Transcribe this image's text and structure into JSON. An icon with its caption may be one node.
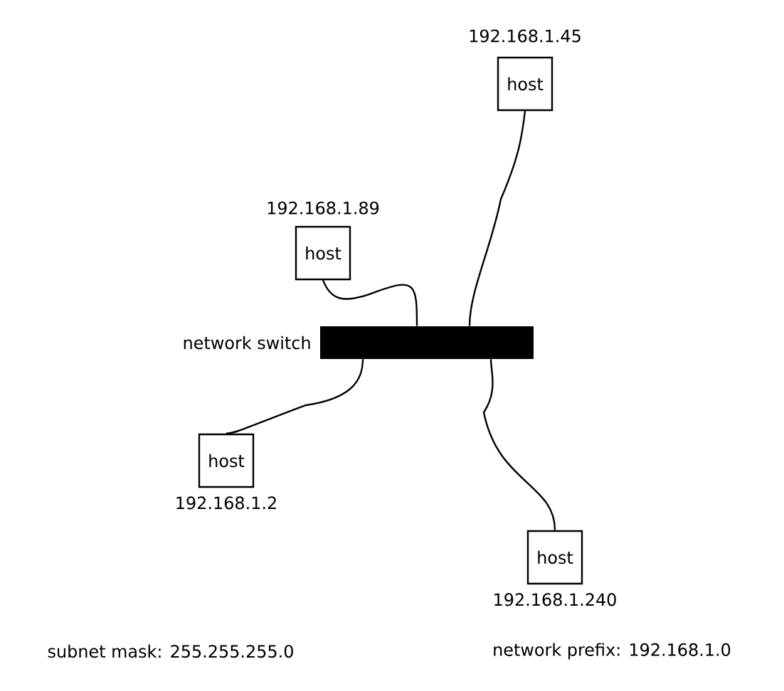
{
  "diagram": {
    "nodes": [
      {
        "text": [],
        "shape": "bar",
        "beside": [
          "network switch"
        ]
      },
      {
        "text": [
          "host"
        ],
        "beside": [
          "192.168.1.89"
        ]
      },
      {
        "text": [
          "host"
        ],
        "beside": [
          "192.168.1.45"
        ]
      },
      {
        "text": [
          "host"
        ],
        "beside": [
          "192.168.1.2"
        ]
      },
      {
        "text": [
          "host"
        ],
        "beside": [
          "192.168.1.240"
        ]
      }
    ],
    "edges": [
      {
        "from": 0,
        "to": 1,
        "arrow": "none"
      },
      {
        "from": 0,
        "to": 2,
        "arrow": "none"
      },
      {
        "from": 0,
        "to": 3,
        "arrow": "none"
      },
      {
        "from": 0,
        "to": 4,
        "arrow": "none"
      }
    ],
    "labels": [
      "subnet mask: 255.255.255.0",
      "network prefix: 192.168.1.0"
    ]
  }
}
